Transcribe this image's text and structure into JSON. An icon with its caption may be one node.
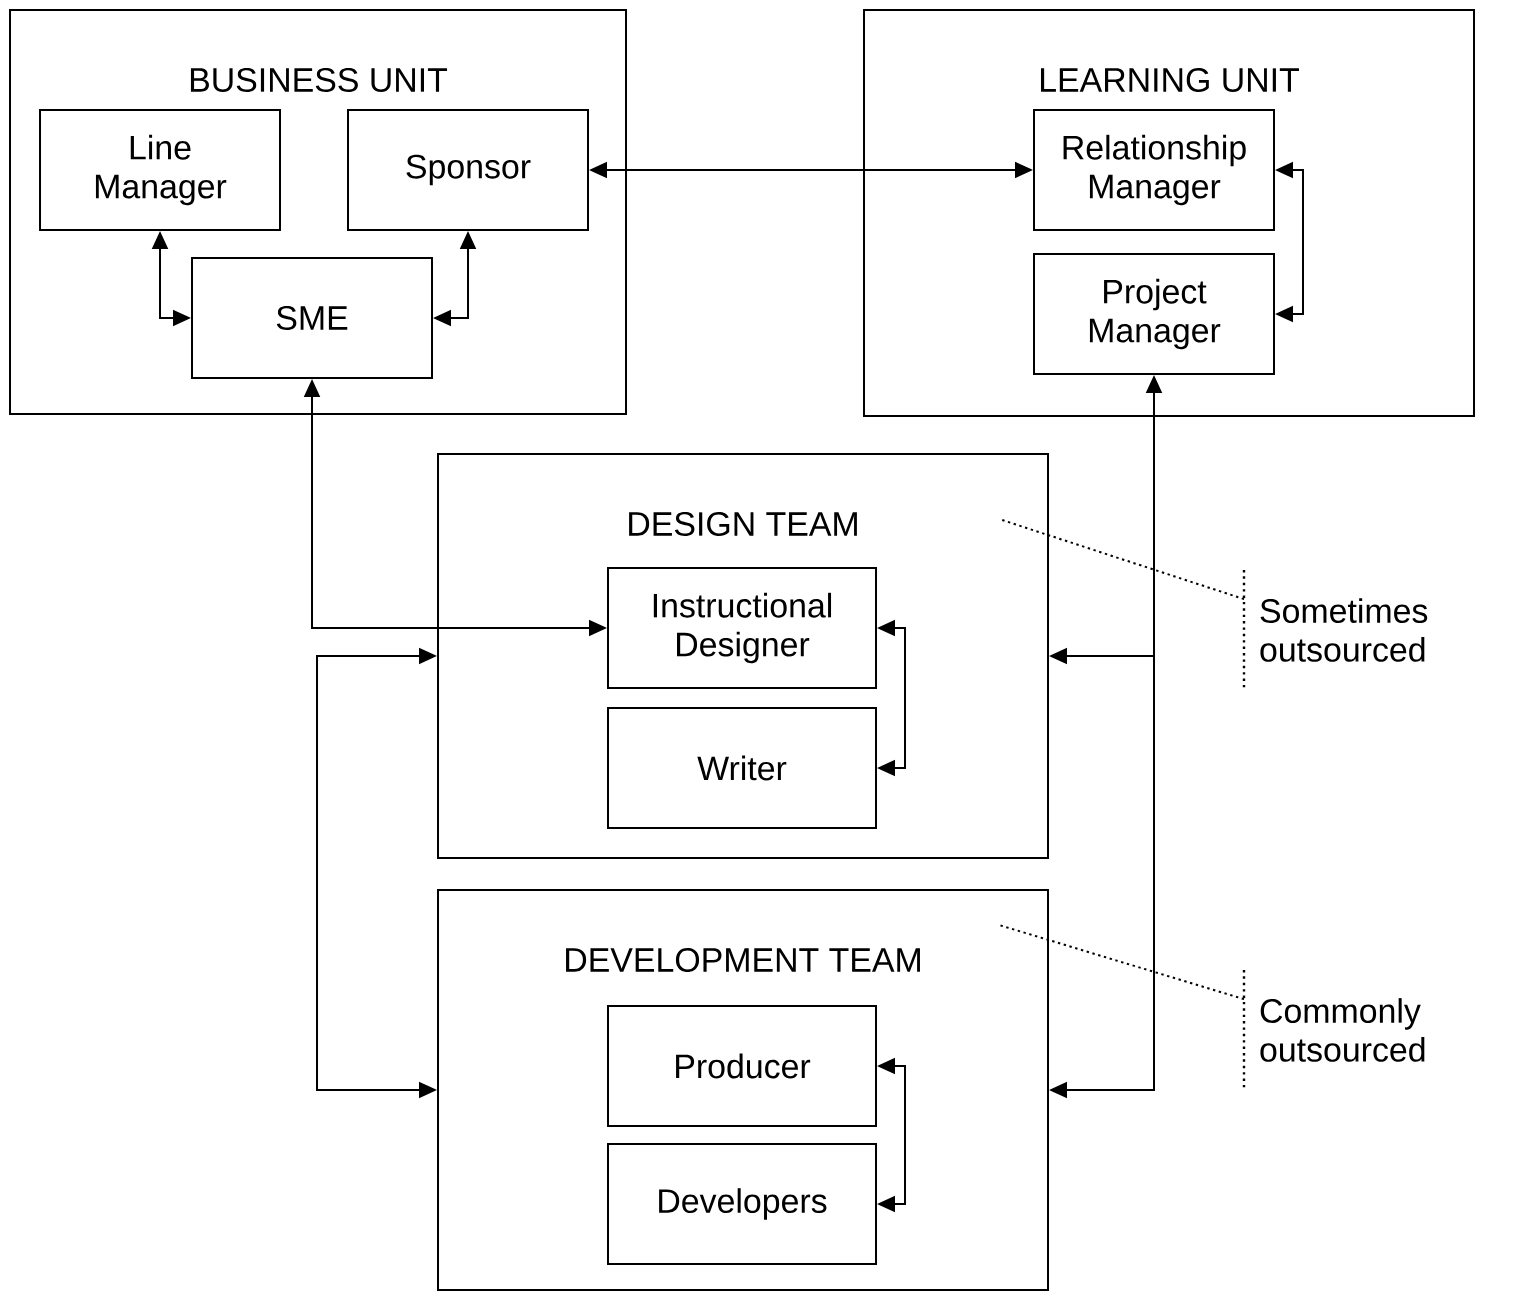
{
  "diagram": {
    "nodes": [
      {
        "text": [
          "BUSINESS UNIT"
        ]
      },
      {
        "text": [
          "Line Manager"
        ],
        "in": 0
      },
      {
        "text": [
          "Sponsor"
        ],
        "in": 0
      },
      {
        "text": [
          "SME"
        ],
        "in": 0
      },
      {
        "text": [
          "LEARNING UNIT"
        ]
      },
      {
        "text": [
          "Relationship Manager"
        ],
        "in": 4
      },
      {
        "text": [
          "Project Manager"
        ],
        "in": 4
      },
      {
        "text": [
          "DESIGN TEAM"
        ]
      },
      {
        "text": [
          "Instructional Designer"
        ],
        "in": 7
      },
      {
        "text": [
          "Writer"
        ],
        "in": 7
      },
      {
        "text": [
          "DEVELOPMENT TEAM"
        ]
      },
      {
        "text": [
          "Producer"
        ],
        "in": 10
      },
      {
        "text": [
          "Developers"
        ],
        "in": 10
      },
      {
        "text": [
          "Sometimes outsourced"
        ]
      },
      {
        "text": [
          "Commonly outsourced"
        ]
      }
    ],
    "edges": [
      {
        "from": 1,
        "to": 3,
        "arrow": "both"
      },
      {
        "from": 2,
        "to": 3,
        "arrow": "both"
      },
      {
        "from": 2,
        "to": 5,
        "arrow": "both"
      },
      {
        "from": 5,
        "to": 6,
        "arrow": "both"
      },
      {
        "from": 3,
        "to": 8,
        "arrow": "both"
      },
      {
        "from": 6,
        "to": 7,
        "arrow": "both"
      },
      {
        "from": 6,
        "to": 10,
        "arrow": "both"
      },
      {
        "from": 7,
        "to": 10,
        "arrow": "both"
      },
      {
        "from": 8,
        "to": 9,
        "arrow": "both"
      },
      {
        "from": 11,
        "to": 12,
        "arrow": "both"
      },
      {
        "from": 13,
        "to": 7,
        "arrow": "none",
        "style": "dashed"
      },
      {
        "from": 14,
        "to": 10,
        "arrow": "none",
        "style": "dashed"
      }
    ]
  }
}
